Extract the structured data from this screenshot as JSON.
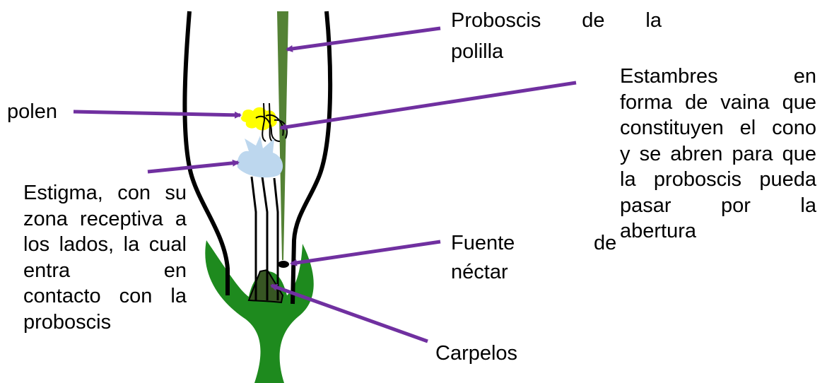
{
  "labels": {
    "proboscis": {
      "line1": [
        "Proboscis",
        "de",
        "la"
      ],
      "line2": "polilla"
    },
    "stamens": {
      "lines": [
        "Estambres en",
        "forma de vaina que",
        "constituyen el cono",
        "y se abren para que",
        "la proboscis pueda",
        "pasar por la",
        "abertura"
      ]
    },
    "pollen": "polen",
    "stigma": {
      "lines": [
        "Estigma, con su",
        "zona receptiva a",
        "los lados, la cual",
        "entra en",
        "contacto con la",
        "proboscis"
      ]
    },
    "nectar": {
      "line1": "Fuente",
      "line1_tail": "de",
      "line2": "néctar"
    },
    "carpels": "Carpelos"
  },
  "colors": {
    "arrow": "#7030a0",
    "proboscis": "#548235",
    "sepal": "#1e8a1e",
    "carpel": "#375623",
    "pollen": "#ffff00",
    "stigma": "#bdd7ee",
    "outline": "#000000"
  }
}
